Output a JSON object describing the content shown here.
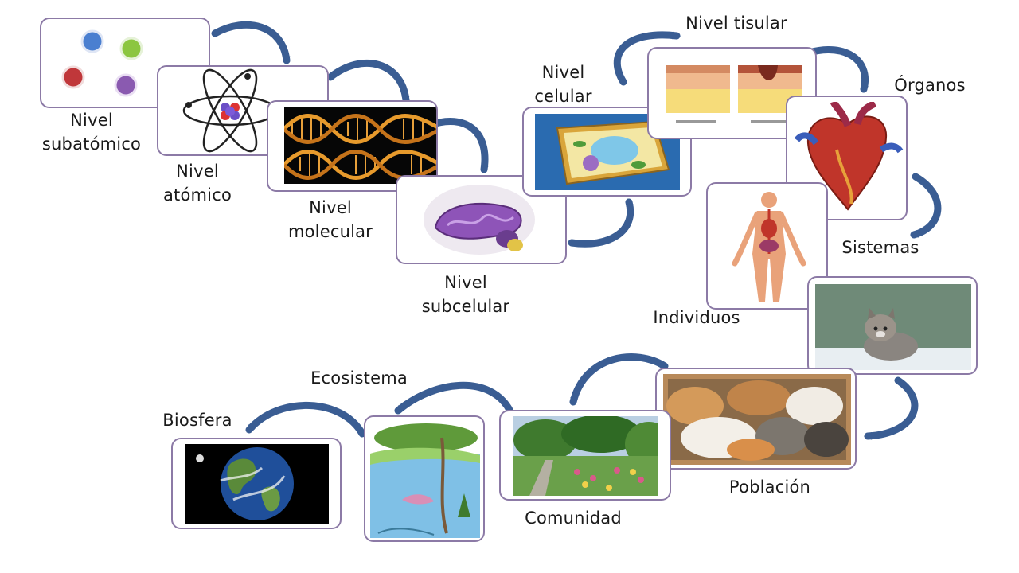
{
  "levels": {
    "subatomico": {
      "line1": "Nivel",
      "line2": "subatómico"
    },
    "atomico": {
      "line1": "Nivel",
      "line2": "atómico"
    },
    "molecular": {
      "line1": "Nivel",
      "line2": "molecular"
    },
    "subcelular": {
      "line1": "Nivel",
      "line2": "subcelular"
    },
    "celular": {
      "line1": "Nivel",
      "line2": "celular"
    },
    "tisular": {
      "line1": "Nivel tisular"
    },
    "organos": {
      "line1": "Órganos"
    },
    "sistemas": {
      "line1": "Sistemas"
    },
    "individuos": {
      "line1": "Individuos"
    },
    "poblacion": {
      "line1": "Población"
    },
    "comunidad": {
      "line1": "Comunidad"
    },
    "ecosistema": {
      "line1": "Ecosistema"
    },
    "biosfera": {
      "line1": "Biosfera"
    }
  },
  "colors": {
    "arrow": "#3a5d93",
    "card_border": "#8c7aa6",
    "particle_blue": "#4a7fd0",
    "particle_green": "#8cc640",
    "particle_red": "#c0373a",
    "particle_purple": "#8a5ab0"
  },
  "icons": {
    "subatomico": "particles-icon",
    "atomico": "atom-icon",
    "molecular": "dna-icon",
    "subcelular": "mitochondria-icon",
    "celular": "plant-cell-icon",
    "tisular": "tissue-icon",
    "organos": "heart-icon",
    "sistemas": "human-body-icon",
    "individuos": "kitten-icon",
    "poblacion": "cats-group-icon",
    "comunidad": "garden-icon",
    "ecosistema": "pond-icon",
    "biosfera": "earth-icon"
  }
}
